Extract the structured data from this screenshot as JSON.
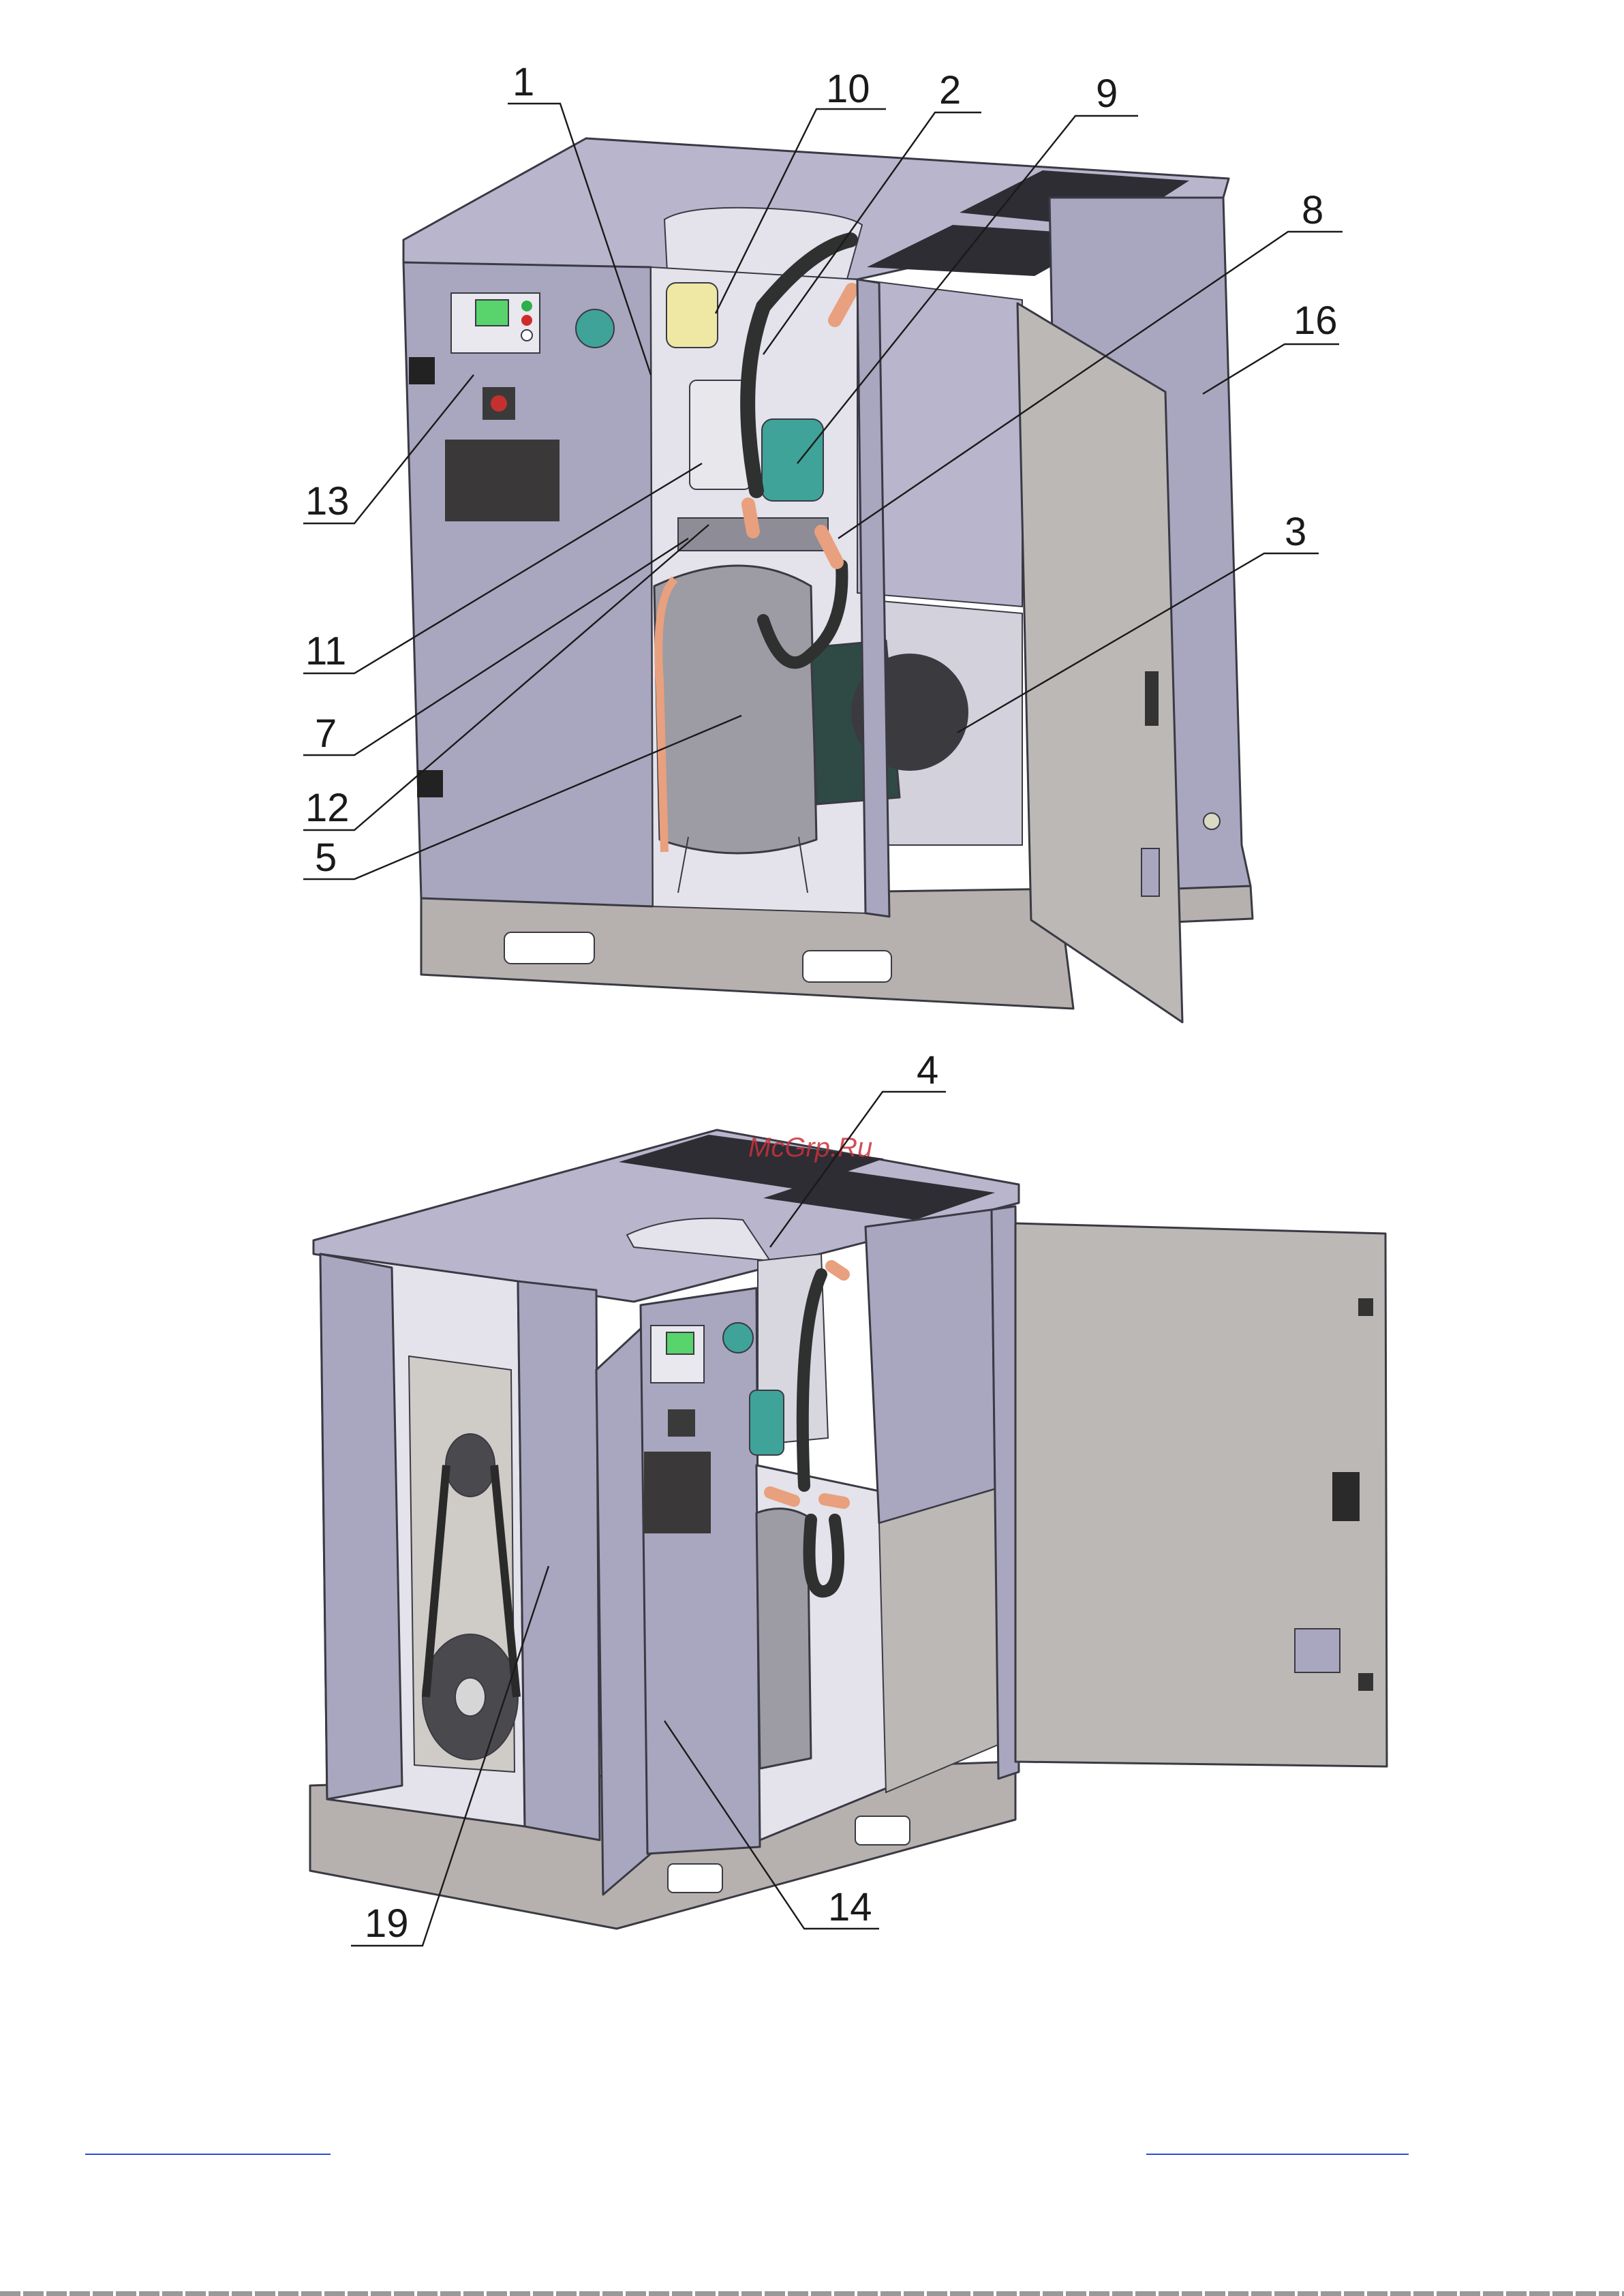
{
  "watermark": "McGrp.Ru",
  "callouts": {
    "n1": "1",
    "n2": "2",
    "n3": "3",
    "n4": "4",
    "n5": "5",
    "n7": "7",
    "n8": "8",
    "n9": "9",
    "n10": "10",
    "n11": "11",
    "n12": "12",
    "n13": "13",
    "n14": "14",
    "n16": "16",
    "n19": "19"
  },
  "colors": {
    "cabinet_panel": "#a9a6bf",
    "cabinet_light": "#b8b5cc",
    "door_panel": "#bcb8b6",
    "base_frame": "#b6b1ae",
    "interior": "#e4e2ea",
    "tank": "#9d9ba3",
    "hose_dark": "#2f3130",
    "fitting_orange": "#e8a07e",
    "filter_yellow": "#efe8a4",
    "teal": "#3fa39a",
    "controller_green": "#59d36c",
    "link_blue": "#2b4cd6"
  }
}
